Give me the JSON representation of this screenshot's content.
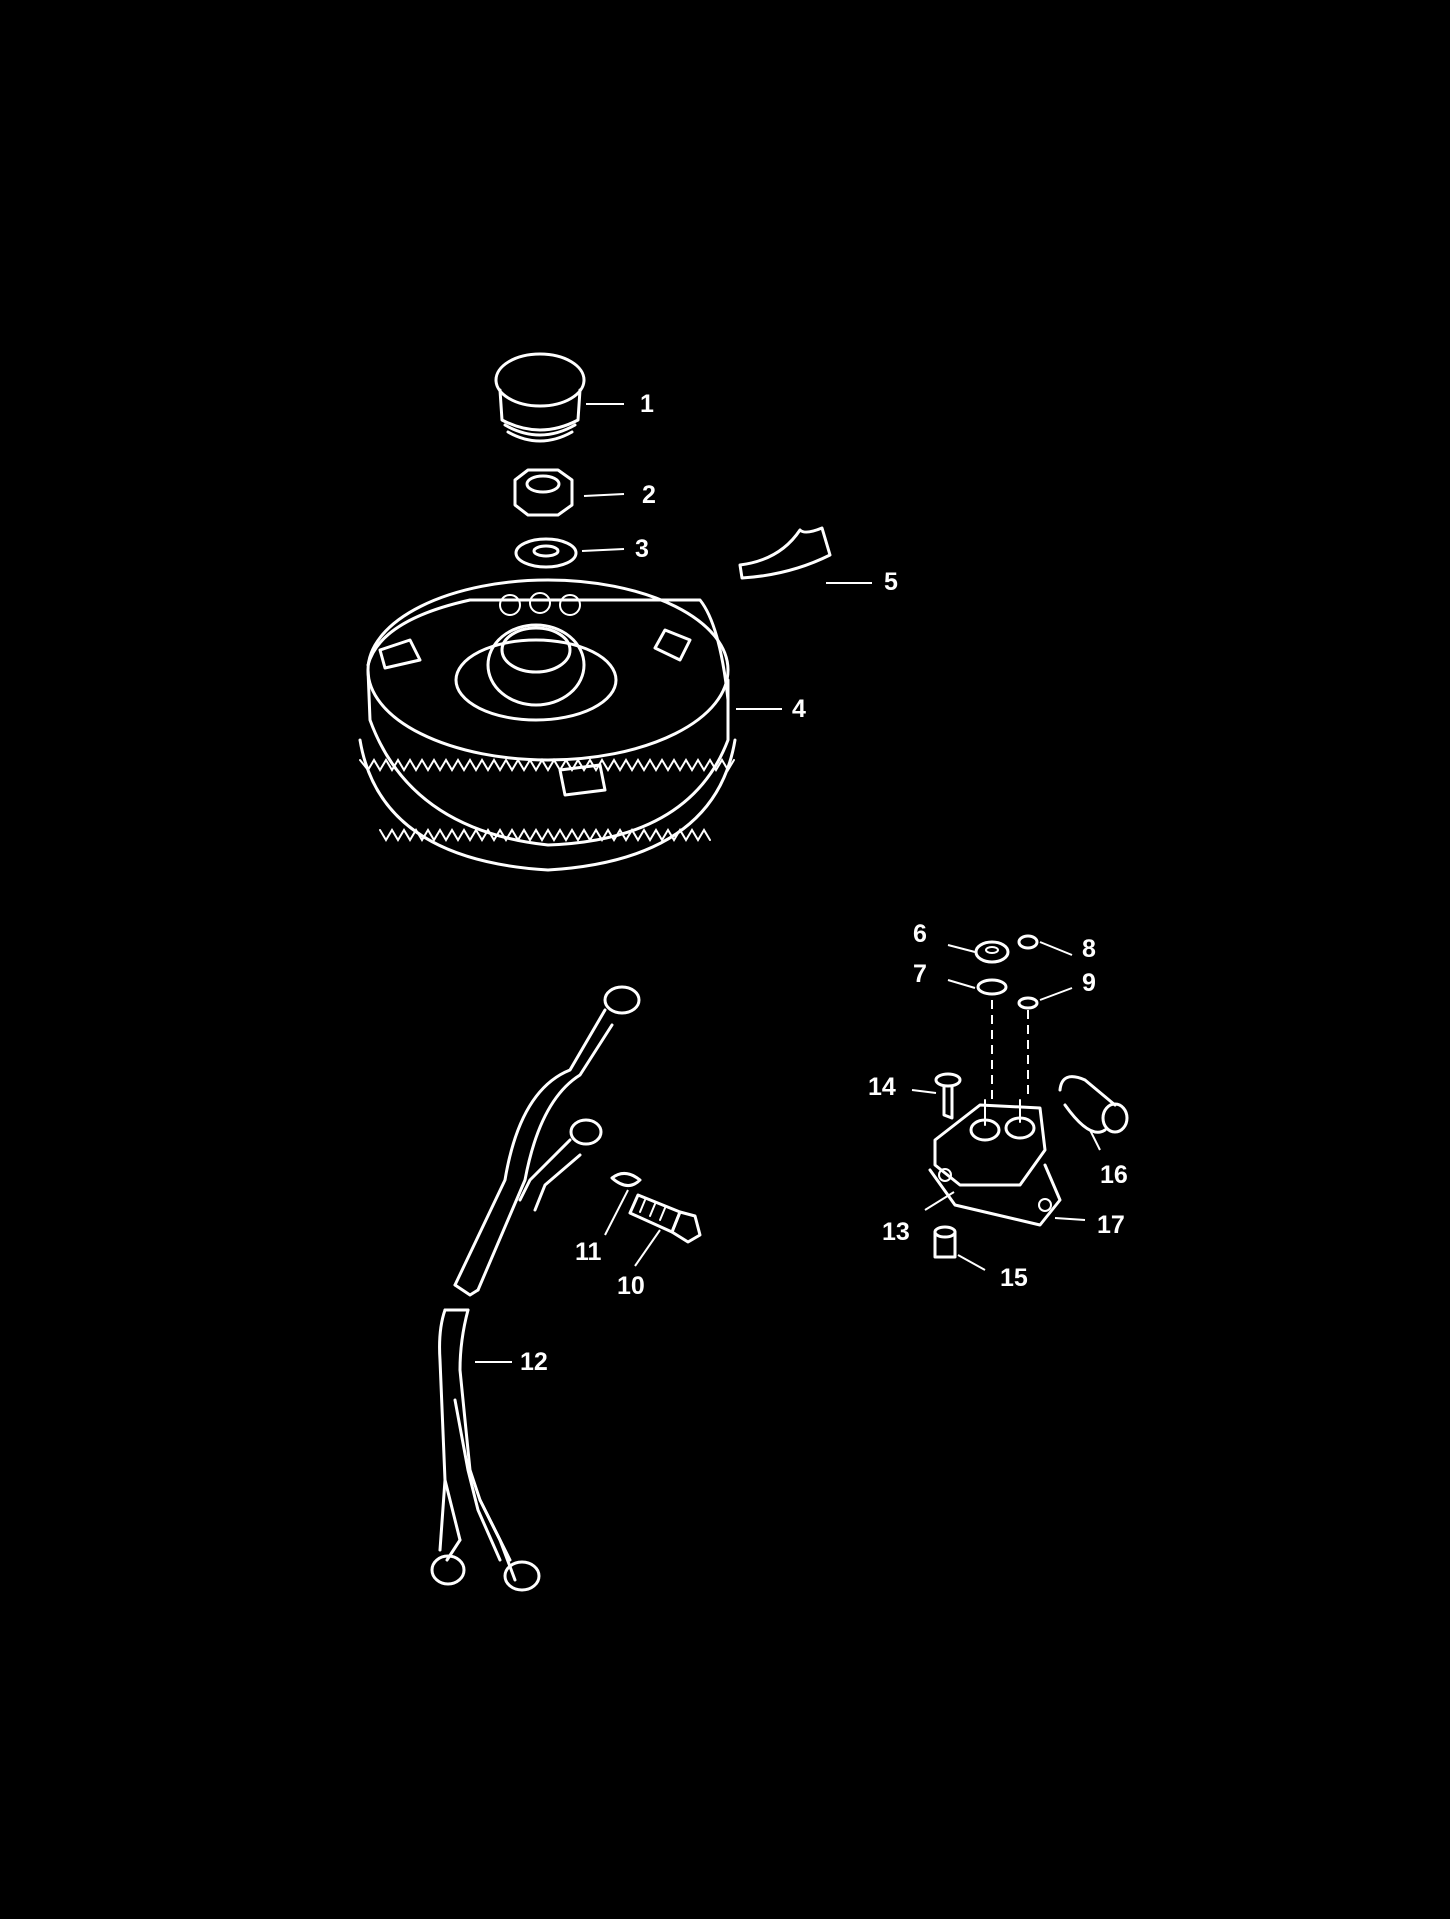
{
  "diagram": {
    "background": "#000000",
    "line_color": "#ffffff",
    "callouts": {
      "c1": "1",
      "c2": "2",
      "c3": "3",
      "c4": "4",
      "c5": "5",
      "c6": "6",
      "c7": "7",
      "c8": "8",
      "c9": "9",
      "c10": "10",
      "c11": "11",
      "c12": "12",
      "c13": "13",
      "c14": "14",
      "c15": "15",
      "c16": "16",
      "c17": "17"
    }
  }
}
